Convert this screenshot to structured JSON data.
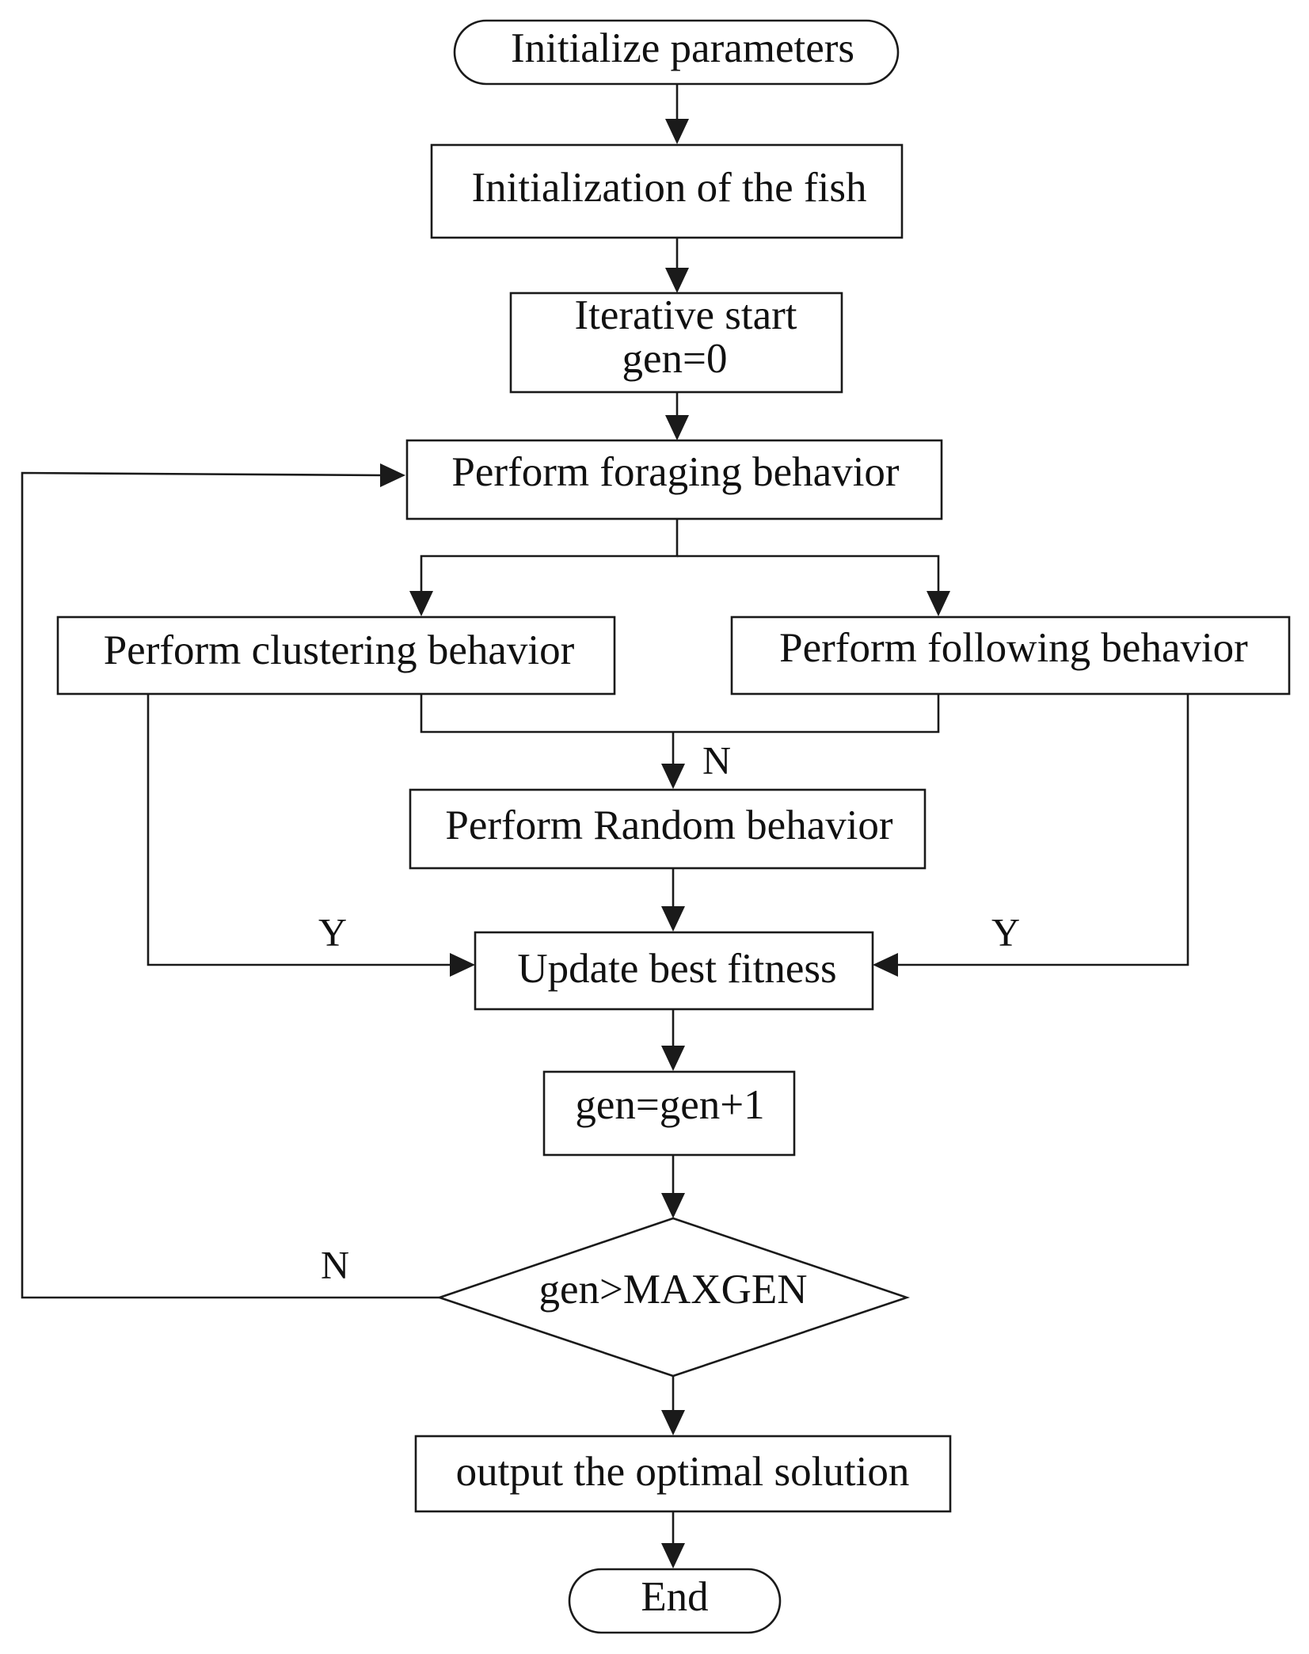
{
  "nodes": {
    "start": "Initialize parameters",
    "init_fish": "Initialization of the fish",
    "iter_start_line1": "Iterative start",
    "iter_start_line2": "gen=0",
    "foraging": "Perform foraging behavior",
    "clustering": "Perform clustering behavior",
    "following": "Perform following behavior",
    "random": "Perform Random behavior",
    "update": "Update best fitness",
    "increment": "gen=gen+1",
    "decision": "gen>MAXGEN",
    "output": "output the optimal solution",
    "end": "End"
  },
  "edge_labels": {
    "to_random": "N",
    "clustering_yes": "Y",
    "following_yes": "Y",
    "loop_no": "N"
  }
}
